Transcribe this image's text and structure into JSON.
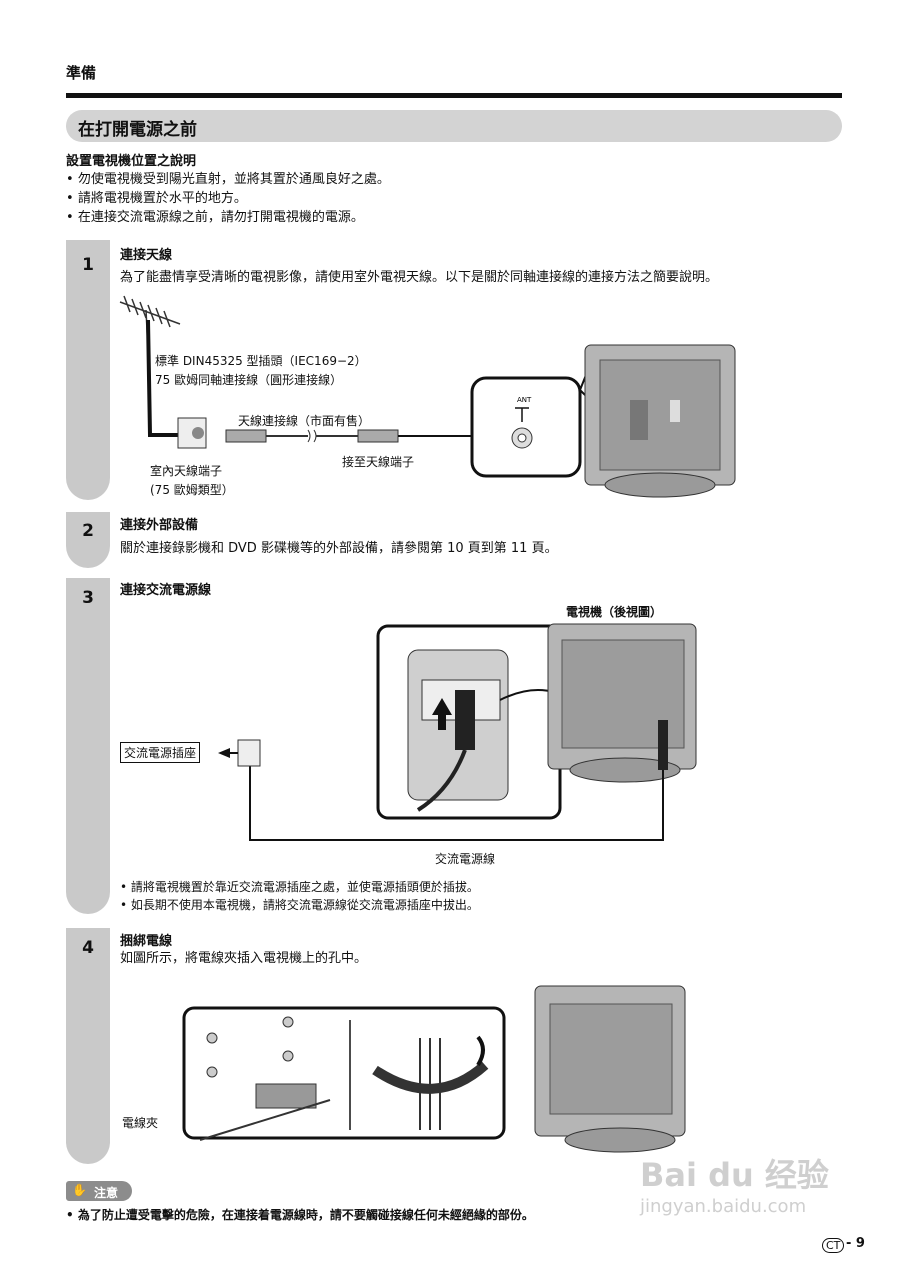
{
  "header": {
    "section": "準備"
  },
  "banner": {
    "title": "在打開電源之前"
  },
  "intro": {
    "heading": "設置電視機位置之說明",
    "bullets": [
      "勿使電視機受到陽光直射，並將其置於通風良好之處。",
      "請將電視機置於水平的地方。",
      "在連接交流電源線之前，請勿打開電視機的電源。"
    ]
  },
  "steps": [
    {
      "num": "1",
      "title": "連接天線",
      "text": "為了能盡情享受清晰的電視影像，請使用室外電視天線。以下是關於同軸連接線的連接方法之簡要說明。",
      "labels": {
        "plug_line1": "標準 DIN45325 型插頭（IEC169−2）",
        "plug_line2": "75 歐姆同軸連接線（圓形連接線）",
        "cable": "天線連接線（市面有售）",
        "to_terminal": "接至天線端子",
        "indoor_line1": "室內天線端子",
        "indoor_line2": "(75 歐姆類型）",
        "ant": "ANT"
      }
    },
    {
      "num": "2",
      "title": "連接外部設備",
      "text": "關於連接錄影機和 DVD 影碟機等的外部設備，請參閱第 10 頁到第 11 頁。"
    },
    {
      "num": "3",
      "title": "連接交流電源線",
      "labels": {
        "tv_rear": "電視機（後視圖）",
        "outlet": "交流電源插座",
        "cord": "交流電源線"
      },
      "bullets": [
        "請將電視機置於靠近交流電源插座之處，並使電源插頭便於插拔。",
        "如長期不使用本電視機，請將交流電源線從交流電源插座中拔出。"
      ]
    },
    {
      "num": "4",
      "title": "捆綁電線",
      "text": "如圖所示，將電線夾插入電視機上的孔中。",
      "labels": {
        "clamp": "電線夾"
      }
    }
  ],
  "note": {
    "badge": "注意",
    "text": "為了防止遭受電擊的危險，在連接着電源線時，請不要觸碰接線任何未經絕緣的部份。"
  },
  "footer": {
    "lang": "CT",
    "page": "9"
  },
  "watermark": {
    "line1": "Bai du 经验",
    "line2": "jingyan.baidu.com"
  }
}
